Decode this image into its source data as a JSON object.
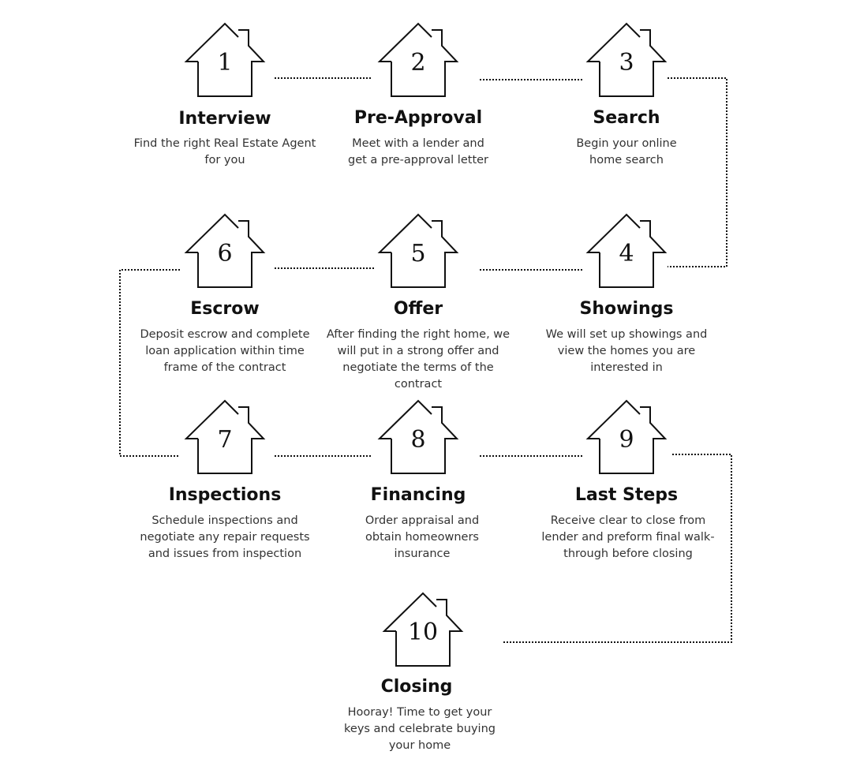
{
  "steps": [
    {
      "number": "1",
      "title": "Interview",
      "description": "Find the right Real Estate Agent for you"
    },
    {
      "number": "2",
      "title": "Pre-Approval",
      "description": "Meet with a lender and get a pre-approval letter"
    },
    {
      "number": "3",
      "title": "Search",
      "description": "Begin your online home search"
    },
    {
      "number": "4",
      "title": "Showings",
      "description": "We will set up showings and view the homes you are interested in"
    },
    {
      "number": "5",
      "title": "Offer",
      "description": "After finding the right home, we will put in a strong offer and negotiate the terms of the contract"
    },
    {
      "number": "6",
      "title": "Escrow",
      "description": "Deposit escrow and complete loan application within time frame of the contract"
    },
    {
      "number": "7",
      "title": "Inspections",
      "description": "Schedule inspections and negotiate any repair requests and issues from inspection"
    },
    {
      "number": "8",
      "title": "Financing",
      "description": "Order appraisal and obtain homeowners insurance"
    },
    {
      "number": "9",
      "title": "Last Steps",
      "description": "Receive clear to close from lender and preform final walk-through before closing"
    },
    {
      "number": "10",
      "title": "Closing",
      "description": "Hooray! Time to get your keys and celebrate buying your home"
    }
  ],
  "icons": {
    "step_marker": "house-icon",
    "connector": "dotted-line"
  },
  "colors": {
    "line": "#111111",
    "text": "#1a1a1a",
    "description": "#333333"
  }
}
